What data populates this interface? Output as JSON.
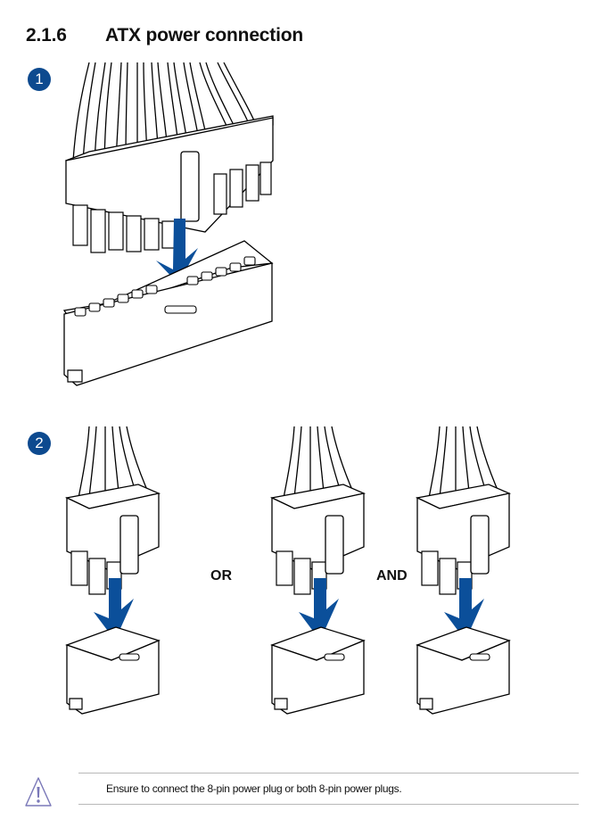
{
  "section": {
    "number": "2.1.6",
    "title": "ATX power connection"
  },
  "steps": [
    {
      "badge": "1",
      "figure": "24-pin-atx-connector-insertion"
    },
    {
      "badge": "2",
      "figure": "8-pin-eps-connector-insertion"
    }
  ],
  "step2_labels": {
    "or": "OR",
    "and": "AND"
  },
  "note": {
    "icon": "warning-icon",
    "text": "Ensure to connect the 8-pin power plug or both 8-pin power plugs."
  },
  "colors": {
    "accent": "#0d4a8f",
    "arrow": "#0b4f9a"
  }
}
